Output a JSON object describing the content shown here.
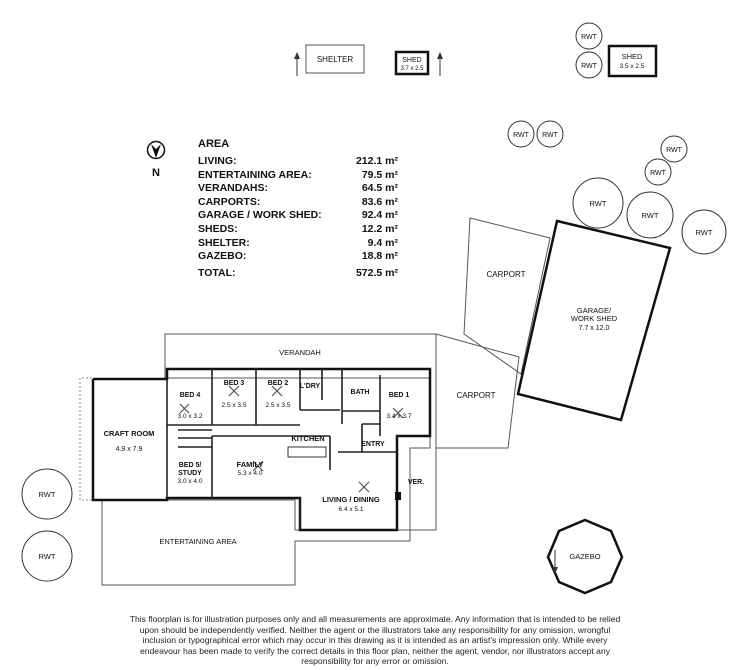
{
  "area": {
    "title": "AREA",
    "rows": [
      {
        "label": "LIVING:",
        "value": "212.1 m²"
      },
      {
        "label": "ENTERTAINING AREA:",
        "value": "79.5 m²"
      },
      {
        "label": "VERANDAHS:",
        "value": "64.5 m²"
      },
      {
        "label": "CARPORTS:",
        "value": "83.6 m²"
      },
      {
        "label": "GARAGE / WORK SHED:",
        "value": "92.4 m²"
      },
      {
        "label": "SHEDS:",
        "value": "12.2 m²"
      },
      {
        "label": "SHELTER:",
        "value": "9.4 m²"
      },
      {
        "label": "GAZEBO:",
        "value": "18.8 m²"
      }
    ],
    "total": {
      "label": "TOTAL:",
      "value": "572.5 m²"
    }
  },
  "north": "N",
  "outbuildings": {
    "shelter": "SHELTER",
    "shed_small": {
      "name": "SHED",
      "size": "3.7 x 2.5"
    },
    "shed_large": {
      "name": "SHED",
      "size": "3.5 x 2.5"
    },
    "carport_upper": "CARPORT",
    "carport_side": "CARPORT",
    "garage": {
      "line1": "GARAGE/",
      "line2": "WORK SHED",
      "size": "7.7 x 12.0"
    },
    "gazebo": "GAZEBO",
    "rwt": "RWT"
  },
  "rooms": {
    "verandah": "VERANDAH",
    "entertaining": "ENTERTAINING AREA",
    "ver": "VER.",
    "craft": {
      "name": "CRAFT ROOM",
      "size": "4.9 x 7.9"
    },
    "bed4": {
      "name": "BED 4",
      "size": "3.0 x 3.2"
    },
    "bed3": {
      "name": "BED 3",
      "size": "2.5 x 3.5"
    },
    "bed2": {
      "name": "BED 2",
      "size": "2.5 x 3.5"
    },
    "ldry": "L'DRY",
    "bath": "BATH",
    "bed1": {
      "name": "BED 1",
      "size": "3.4 x 3.7"
    },
    "bed5": {
      "line1": "BED 5/",
      "line2": "STUDY",
      "size": "3.0 x 4.0"
    },
    "family": {
      "name": "FAMILY",
      "size": "5.3 x 4.0"
    },
    "kitchen": "KITCHEN",
    "entry": "ENTRY",
    "living": {
      "name": "LIVING / DINING",
      "size": "6.4 x 5.1"
    }
  },
  "disclaimer": "This floorplan is for illustration purposes only and all measurements are approximate. Any information that is intended to be relied upon should be independently verified. Neither the agent or the illustrators take any responsibility for any omission, wrongful inclusion or typographical error which may occur in this drawing as it is intended as an artist's impression only. While every endeavour has been made to verify the correct details in this floor plan, neither the agent, vendor, nor illustrators accept any responsibility for any error or omission."
}
